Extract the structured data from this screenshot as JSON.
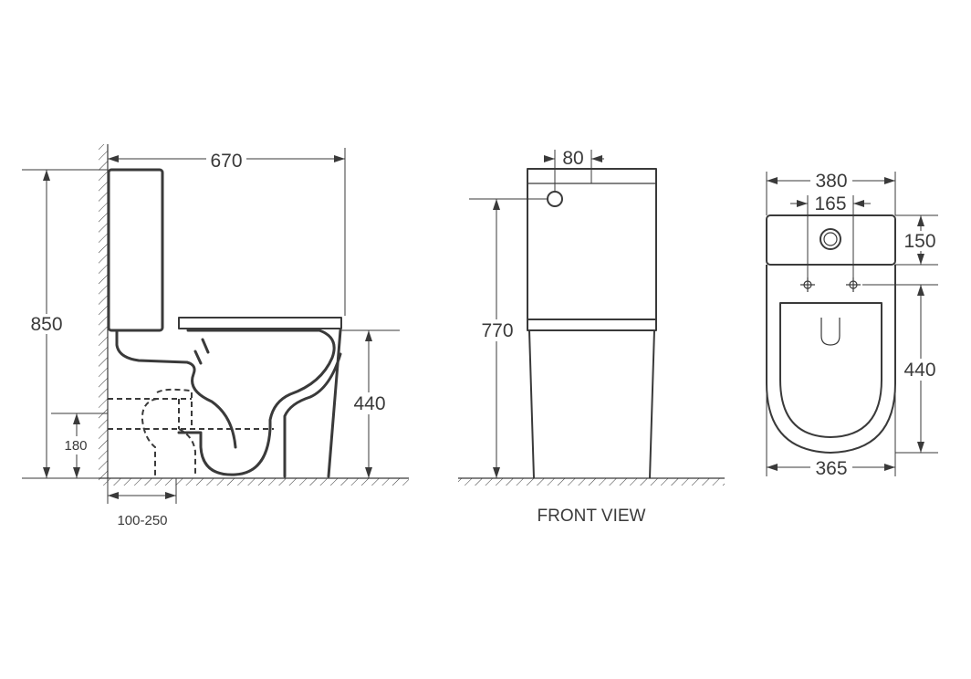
{
  "side_view": {
    "depth": "670",
    "height": "850",
    "seat_height": "440",
    "outlet_height": "180",
    "wall_distance": "100-250"
  },
  "front_view": {
    "title": "FRONT VIEW",
    "button_offset": "80",
    "button_height": "770"
  },
  "top_view": {
    "tank_width": "380",
    "fixing_spacing": "165",
    "tank_depth": "150",
    "bowl_length": "440",
    "bowl_width": "365"
  }
}
